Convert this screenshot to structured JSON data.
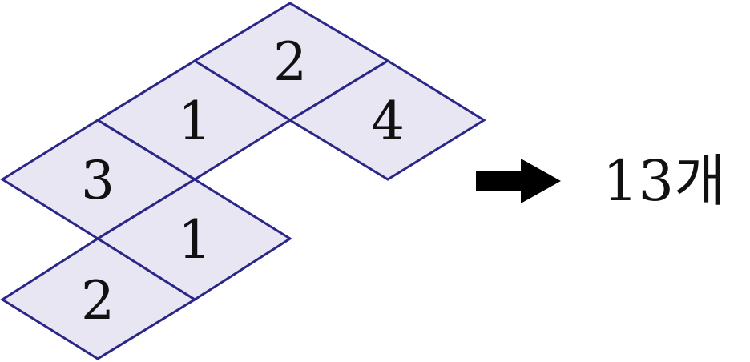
{
  "tiles": [
    {
      "number": "2"
    },
    {
      "number": "1"
    },
    {
      "number": "4"
    },
    {
      "number": "3"
    },
    {
      "number": "1"
    },
    {
      "number": "2"
    }
  ],
  "result": {
    "arrow_icon": "right-arrow-icon",
    "text": "13개"
  },
  "colors": {
    "tile_fill": "#e8e6f3",
    "tile_stroke": "#2b2788",
    "text": "#111111"
  }
}
